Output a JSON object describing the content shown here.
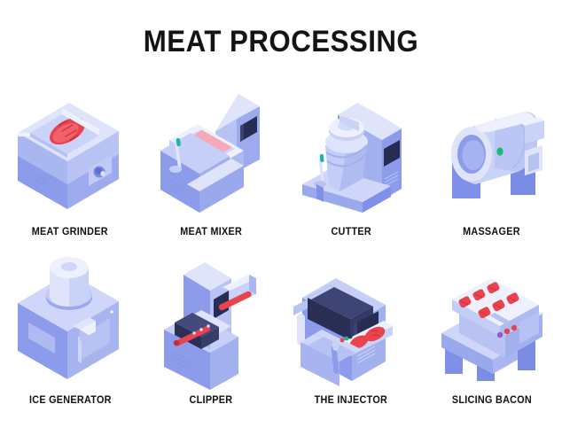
{
  "header": {
    "title": "MEAT PROCESSING"
  },
  "palette": {
    "background": "#ffffff",
    "title_color": "#141414",
    "caption_color": "#101010",
    "light_lavender": "#dfe4fb",
    "pale_blue": "#c9d2f7",
    "mid_blue": "#aab6f0",
    "periwinkle": "#8c9cea",
    "deep_periwinkle": "#7b8ce4",
    "shadow_blue": "#6f80dd",
    "dark_navy": "#2b2f55",
    "screen_navy": "#272c52",
    "meat_red": "#e8434f",
    "meat_red_dark": "#c32b38",
    "meat_pink": "#f6a9b8",
    "accent_green": "#17b978",
    "accent_teal": "#19b5a5"
  },
  "items": [
    {
      "id": "meat-grinder",
      "label": "MEAT GRINDER",
      "row": 1,
      "column": 1,
      "icon": "meat-grinder-icon"
    },
    {
      "id": "meat-mixer",
      "label": "MEAT MIXER",
      "row": 1,
      "column": 2,
      "icon": "meat-mixer-icon"
    },
    {
      "id": "cutter",
      "label": "CUTTER",
      "row": 1,
      "column": 3,
      "icon": "cutter-icon"
    },
    {
      "id": "massager",
      "label": "MASSAGER",
      "row": 1,
      "column": 4,
      "icon": "massager-icon"
    },
    {
      "id": "ice-generator",
      "label": "ICE GENERATOR",
      "row": 2,
      "column": 1,
      "icon": "ice-generator-icon"
    },
    {
      "id": "clipper",
      "label": "CLIPPER",
      "row": 2,
      "column": 2,
      "icon": "clipper-icon"
    },
    {
      "id": "the-injector",
      "label": "THE INJECTOR",
      "row": 2,
      "column": 3,
      "icon": "injector-icon"
    },
    {
      "id": "slicing-bacon",
      "label": "SLICING BACON",
      "row": 2,
      "column": 4,
      "icon": "slicing-bacon-icon"
    }
  ]
}
